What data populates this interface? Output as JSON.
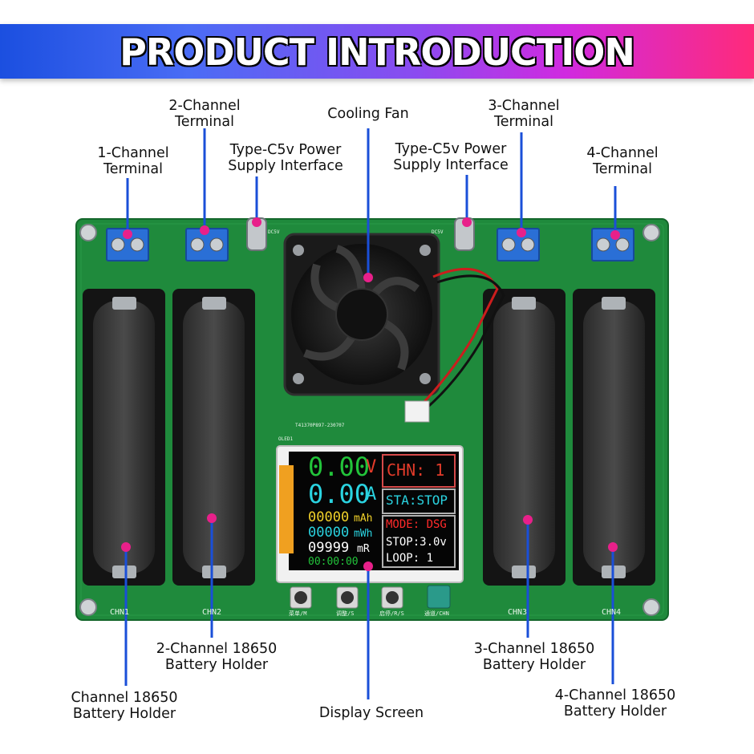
{
  "banner": {
    "title": "PRODUCT INTRODUCTION"
  },
  "labels": {
    "ch2_terminal": [
      "2-Channel",
      "Terminal"
    ],
    "cooling_fan": "Cooling Fan",
    "ch3_terminal": [
      "3-Channel",
      "Terminal"
    ],
    "ch1_terminal": [
      "1-Channel",
      "Terminal"
    ],
    "typec_left": [
      "Type-C5v Power",
      "Supply Interface"
    ],
    "typec_right": [
      "Type-C5v Power",
      "Supply Interface"
    ],
    "ch4_terminal": [
      "4-Channel",
      "Terminal"
    ],
    "ch2_holder": [
      "2-Channel 18650",
      "Battery Holder"
    ],
    "ch3_holder": [
      "3-Channel 18650",
      "Battery Holder"
    ],
    "ch1_holder": [
      "Channel 18650",
      "Battery Holder"
    ],
    "display": "Display Screen",
    "ch4_holder": [
      "4-Channel 18650",
      "Battery Holder"
    ]
  },
  "board": {
    "channel_marks": [
      "CHN1",
      "CHN2",
      "CHN3",
      "CHN4"
    ],
    "pcb_code": "T41370P897-230707",
    "oled_mark": "OLED1",
    "supply_left": "DC5V",
    "supply_right": "DC5V",
    "buttons": [
      "菜单/M",
      "调整/S",
      "启停/R/S",
      "通道/CHN"
    ]
  },
  "lcd": {
    "voltage": "0.00",
    "voltage_unit": "V",
    "current": "0.00",
    "current_unit": "A",
    "capacity_mah": "00000",
    "mah_unit": "mAh",
    "capacity_mwh": "00000",
    "mwh_unit": "mWh",
    "resistance": "09999",
    "res_unit": "mR",
    "timer": "00:00:00",
    "channel": "CHN: 1",
    "status": "STA:STOP",
    "mode": "MODE: DSG",
    "stop": "STOP:3.0v",
    "loop": "LOOP: 1"
  },
  "colors": {
    "pcb": "#1f8a3c",
    "leader_line": "#1a4fd8",
    "pointer_dot": "#e8208a",
    "terminal_blue": "#2a6fd6",
    "voltage_green": "#22c33a",
    "current_cyan": "#2ad3e0",
    "capacity_yellow": "#f2d22a",
    "mode_red": "#ff2a2a"
  }
}
